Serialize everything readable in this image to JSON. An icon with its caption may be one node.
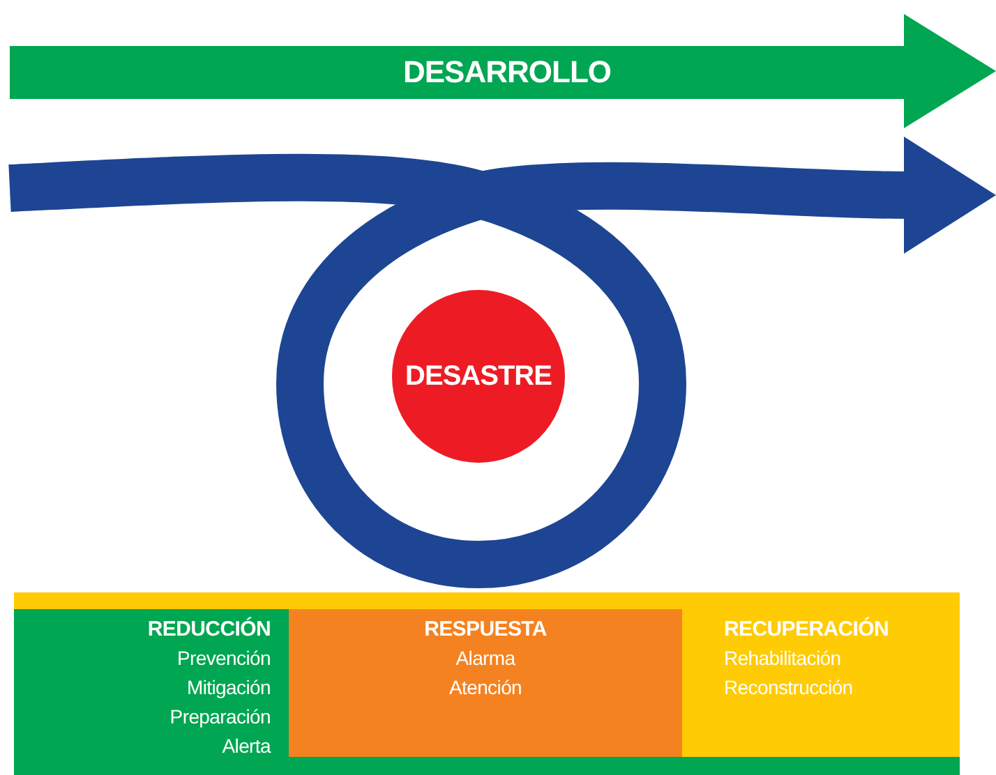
{
  "diagram": {
    "nodes": [
      {
        "text": [
          "DESARROLLO"
        ]
      },
      {
        "text": [
          "DESASTRE"
        ]
      },
      {
        "text": [
          "REDUCCIÓN",
          "Prevención",
          "Mitigación",
          "Preparación",
          "Alerta"
        ]
      },
      {
        "text": [
          "RESPUESTA",
          "Alarma",
          "Atención"
        ]
      },
      {
        "text": [
          "RECUPERACIÓN",
          "Rehabilitación",
          "Reconstrucción"
        ]
      }
    ],
    "edges": []
  }
}
